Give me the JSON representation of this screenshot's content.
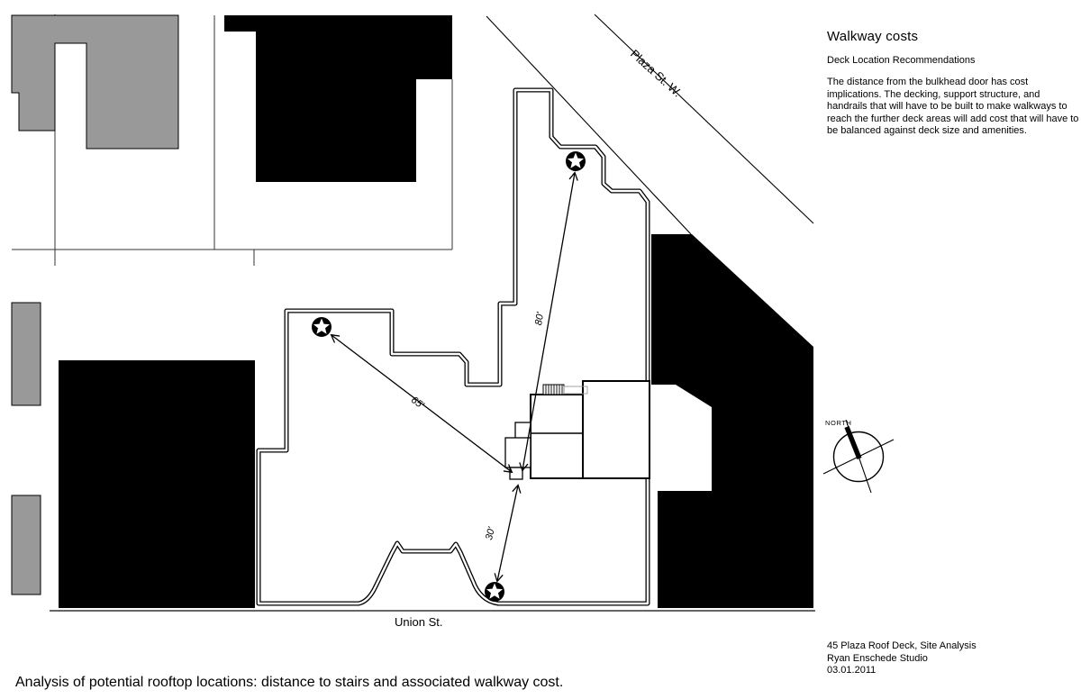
{
  "panel": {
    "title": "Walkway costs",
    "subtitle": "Deck Location Recommendations",
    "body": "The distance from the bulkhead door has cost implications. The decking, support structure, and handrails that will have to be built to make walkways to reach the further deck areas will add cost that will have to be balanced against deck size and amenities."
  },
  "streets": {
    "plaza": "Plaza St. W.",
    "union": "Union St."
  },
  "compass": {
    "label": "NORTH"
  },
  "measurements": {
    "m80": "80'",
    "m65": "65'",
    "m30": "30'"
  },
  "credits": {
    "line1": "45 Plaza Roof Deck, Site Analysis",
    "line2": "Ryan Enschede Studio",
    "line3": "03.01.2011"
  },
  "caption": "Analysis of potential rooftop locations: distance to stairs and associated walkway cost.",
  "colors": {
    "building_gray": "#999999",
    "building_black": "#000000",
    "ink": "#000000"
  }
}
